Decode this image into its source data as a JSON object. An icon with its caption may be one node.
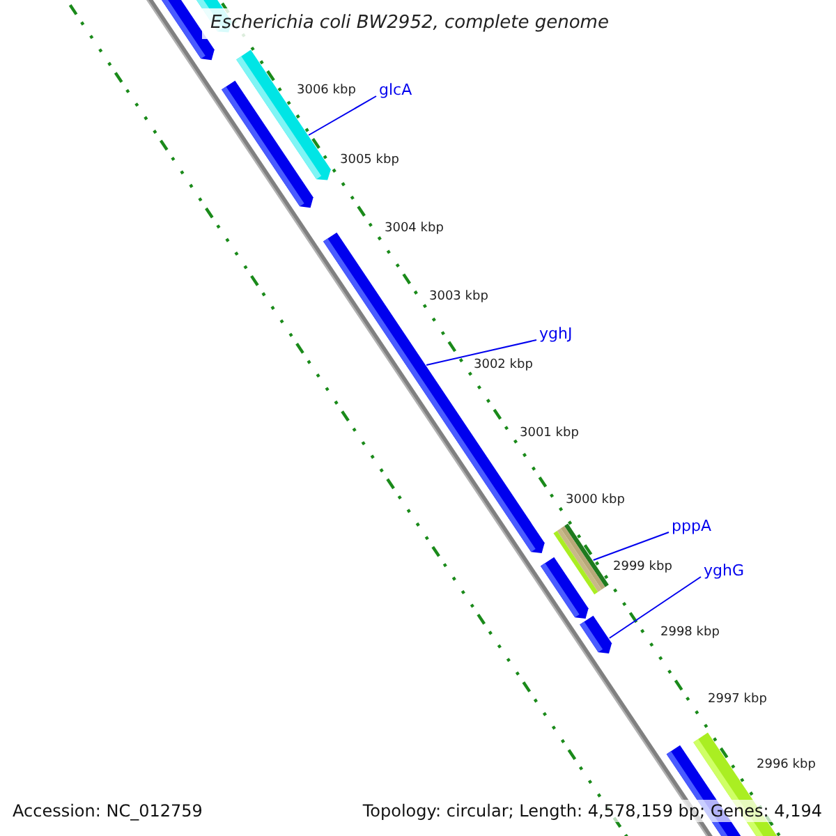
{
  "diagram": {
    "title": "Escherichia coli BW2952, complete genome",
    "nodes": [
      {
        "text": [
          "glcA"
        ]
      },
      {
        "text": [
          "yghJ"
        ]
      },
      {
        "text": [
          "pppA"
        ]
      },
      {
        "text": [
          "yghG"
        ]
      },
      {
        "text": [],
        "shape": "bar"
      },
      {
        "text": [],
        "shape": "bar"
      },
      {
        "text": [],
        "shape": "bar"
      },
      {
        "text": [],
        "shape": "bar"
      }
    ],
    "edges": [
      {
        "from": 0,
        "to": 4,
        "arrow": "none"
      },
      {
        "from": 1,
        "to": 5,
        "arrow": "none"
      },
      {
        "from": 2,
        "to": 6,
        "arrow": "none"
      },
      {
        "from": 3,
        "to": 7,
        "arrow": "none"
      }
    ],
    "labels": [
      "3006 kbp",
      "3005 kbp",
      "3004 kbp",
      "3003 kbp",
      "3002 kbp",
      "3001 kbp",
      "3000 kbp",
      "2999 kbp",
      "2998 kbp",
      "2997 kbp",
      "2996 kbp",
      "Accession: NC_012759",
      "Topology: circular; Length: 4,578,159 bp; Genes: 4,194"
    ]
  }
}
